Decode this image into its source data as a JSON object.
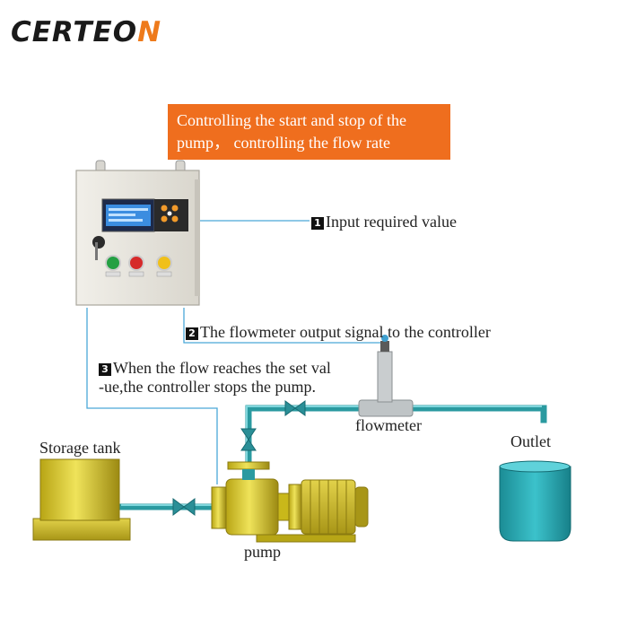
{
  "logo": {
    "text_main": "CERTEO",
    "text_accent": "N",
    "accent_color": "#ee7a1b"
  },
  "banner": {
    "line1": "Controlling the start and stop of the",
    "line2": "pump， controlling the flow rate",
    "color": "#ef6e1e"
  },
  "steps": [
    {
      "num": "1",
      "text": "Input required value"
    },
    {
      "num": "2",
      "text": "The flowmeter output signal to the controller"
    },
    {
      "num": "3",
      "line1": "When the flow reaches the set val",
      "line2": "-ue,the controller stops the pump."
    }
  ],
  "labels": {
    "flowmeter": "flowmeter",
    "outlet": "Outlet",
    "storage_tank": "Storage tank",
    "pump": "pump"
  },
  "colors": {
    "pipe": "#2a9aa0",
    "tank": "#c9b81a",
    "outlet_tank": "#23a3ad",
    "signal_line": "#4aa8d8",
    "controller_body": "#e8e6df"
  }
}
